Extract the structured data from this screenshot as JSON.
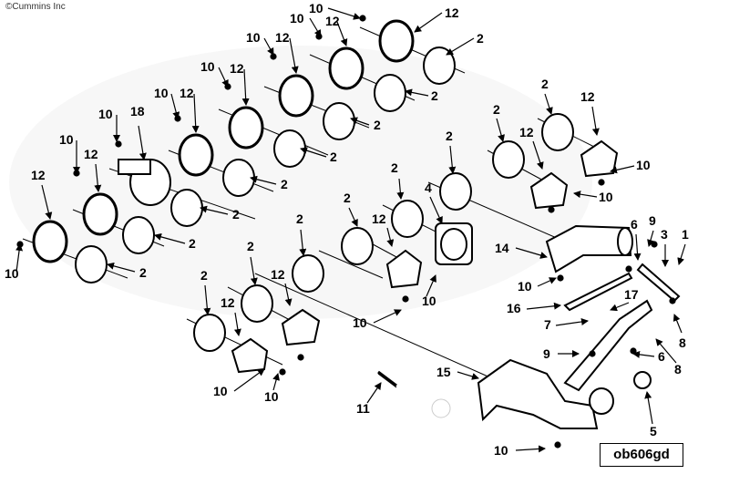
{
  "copyright": "©Cummins Inc",
  "drawing_id": "ob606gd",
  "callouts": {
    "c1": "1",
    "c2": "2",
    "c3": "3",
    "c4": "4",
    "c5": "5",
    "c6": "6",
    "c7": "7",
    "c8": "8",
    "c9": "9",
    "c10": "10",
    "c11": "11",
    "c12": "12",
    "c14": "14",
    "c15": "15",
    "c16": "16",
    "c17": "17",
    "c18": "18"
  }
}
